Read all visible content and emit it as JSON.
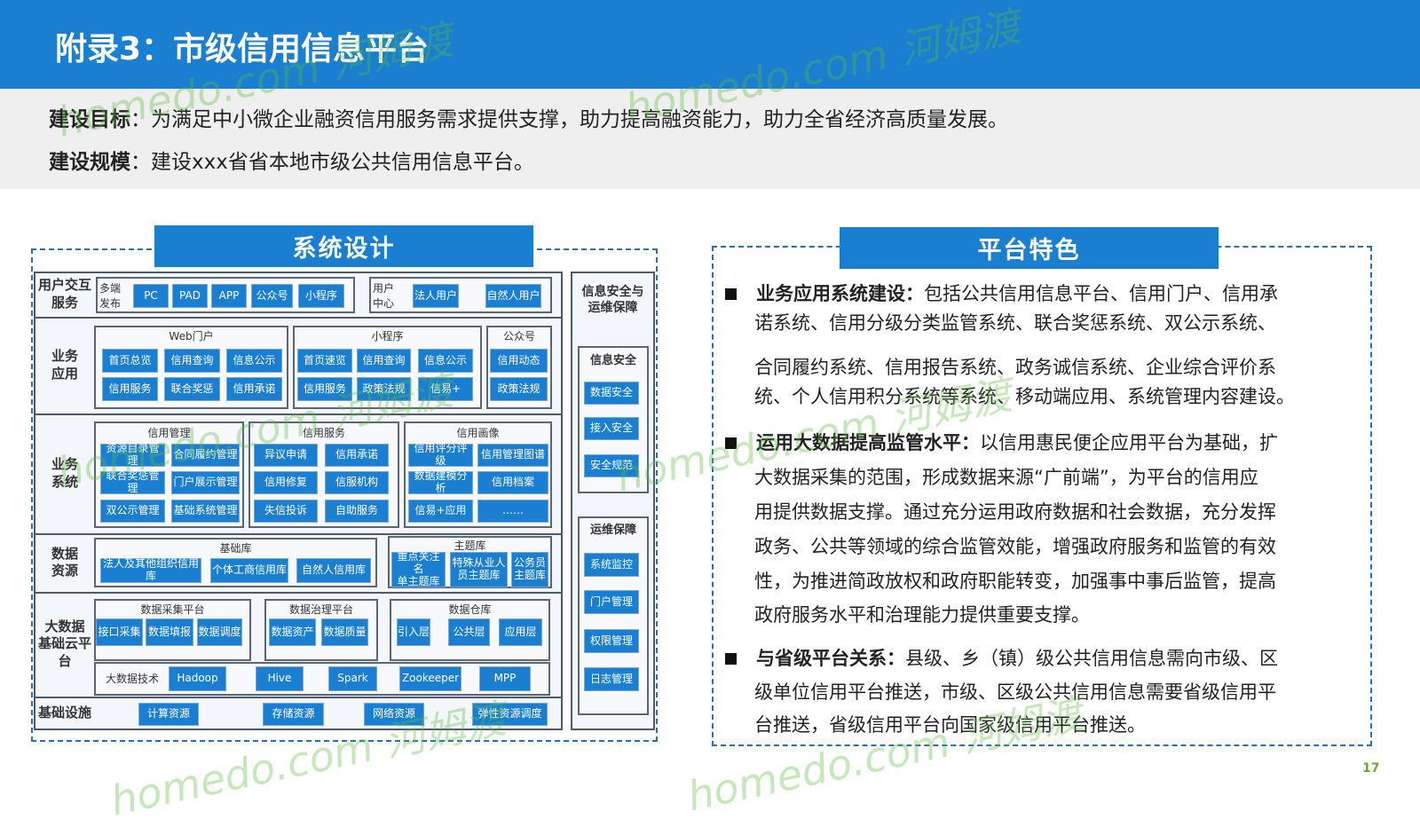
{
  "header": {
    "title": "附录3：市级信用信息平台"
  },
  "goals": {
    "goal_label": "建设目标",
    "goal_text": "：为满足中小微企业融资信用服务需求提供支撑，助力提高融资能力，助力全省经济高质量发展。",
    "scale_label": "建设规模",
    "scale_text": "：建设xxx省省本地市级公共信用信息平台。"
  },
  "left_panel": {
    "title": "系统设计"
  },
  "right_panel": {
    "title": "平台特色"
  },
  "diagram": {
    "rows": {
      "user": "用户交互\n服务",
      "bizapp": "业务\n应用",
      "bizsys": "业务\n系统",
      "data": "数据\n资源",
      "bigdata": "大数据\n基础云平台",
      "infra": "基础设施"
    },
    "multi": {
      "label": "多端\n发布",
      "items": [
        "PC",
        "PAD",
        "APP",
        "公众号",
        "小程序"
      ]
    },
    "usercenter": {
      "label": "用户\n中心",
      "items": [
        "法人用户",
        "自然人用户"
      ]
    },
    "web": {
      "label": "Web门户",
      "items": [
        "首页总览",
        "信用查询",
        "信息公示",
        "信用服务",
        "联合奖惩",
        "信用承诺"
      ]
    },
    "mini": {
      "label": "小程序",
      "items": [
        "首页速览",
        "信用查询",
        "信息公示",
        "信用服务",
        "政策法规",
        "信易+"
      ]
    },
    "wechat": {
      "label": "公众号",
      "items": [
        "信用动态",
        "政策法规"
      ]
    },
    "credit_mgmt": {
      "label": "信用管理",
      "items": [
        "资源目录管理",
        "合同履约管理",
        "联合奖惩管理",
        "门户展示管理",
        "双公示管理",
        "基础系统管理"
      ]
    },
    "credit_svc": {
      "label": "信用服务",
      "items": [
        "异议申请",
        "信用承诺",
        "信用修复",
        "信服机构",
        "失信投诉",
        "自助服务"
      ]
    },
    "credit_portrait": {
      "label": "信用画像",
      "items": [
        "信用评分评级",
        "信用管理图谱",
        "数据建模分析",
        "信用档案",
        "信易+应用",
        "……"
      ]
    },
    "base_db": {
      "label": "基础库",
      "items": [
        "法人及其他组织信用库",
        "个体工商信用库",
        "自然人信用库"
      ]
    },
    "topic_db": {
      "label": "主题库",
      "items": [
        "重点关注名\n单主题库",
        "特殊从业人\n员主题库",
        "公务员\n主题库"
      ]
    },
    "collect": {
      "label": "数据采集平台",
      "items": [
        "接口采集",
        "数据填报",
        "数据调度"
      ]
    },
    "govern": {
      "label": "数据治理平台",
      "items": [
        "数据资产",
        "数据质量"
      ]
    },
    "warehouse": {
      "label": "数据仓库",
      "items": [
        "引入层",
        "公共层",
        "应用层"
      ]
    },
    "tech": {
      "label": "大数据技术",
      "items": [
        "Hadoop",
        "Hive",
        "Spark",
        "Zookeeper",
        "MPP"
      ]
    },
    "infra": {
      "items": [
        "计算资源",
        "存储资源",
        "网络资源",
        "弹性资源调度"
      ]
    },
    "side": {
      "title": "信息安全与\n运维保障",
      "security": {
        "label": "信息安全",
        "items": [
          "数据安全",
          "接入安全",
          "安全规范"
        ]
      },
      "ops": {
        "label": "运维保障",
        "items": [
          "系统监控",
          "门户管理",
          "权限管理",
          "日志管理"
        ]
      }
    }
  },
  "features": [
    {
      "heading": "业务应用系统建设：",
      "lines": [
        "包括公共信用信息平台、信用门户、信用承",
        "诺系统、信用分级分类监管系统、联合奖惩系统、双公示系统、",
        "合同履约系统、信用报告系统、政务诚信系统、企业综合评价系",
        "统、个人信用积分系统等系统、移动端应用、系统管理内容建设。"
      ]
    },
    {
      "heading": "运用大数据提高监管水平：",
      "lines": [
        "以信用惠民便企应用平台为基础，扩",
        "大数据采集的范围，形成数据来源“广前端”，为平台的信用应",
        "用提供数据支撑。通过充分运用政府数据和社会数据，充分发挥",
        "政务、公共等领域的综合监管效能，增强政府服务和监管的有效",
        "性，为推进简政放权和政府职能转变，加强事中事后监管，提高",
        "政府服务水平和治理能力提供重要支撑。"
      ]
    },
    {
      "heading": "与省级平台关系：",
      "lines": [
        "县级、乡（镇）级公共信用信息需向市级、区",
        "级单位信用平台推送，市级、区级公共信用信息需要省级信用平",
        "台推送，省级信用平台向国家级信用平台推送。"
      ]
    }
  ],
  "watermark": {
    "text": "homedo.com 河姆渡"
  },
  "page_number": "17",
  "colors": {
    "brand": "#1a7fd0",
    "band": "#efefef"
  }
}
